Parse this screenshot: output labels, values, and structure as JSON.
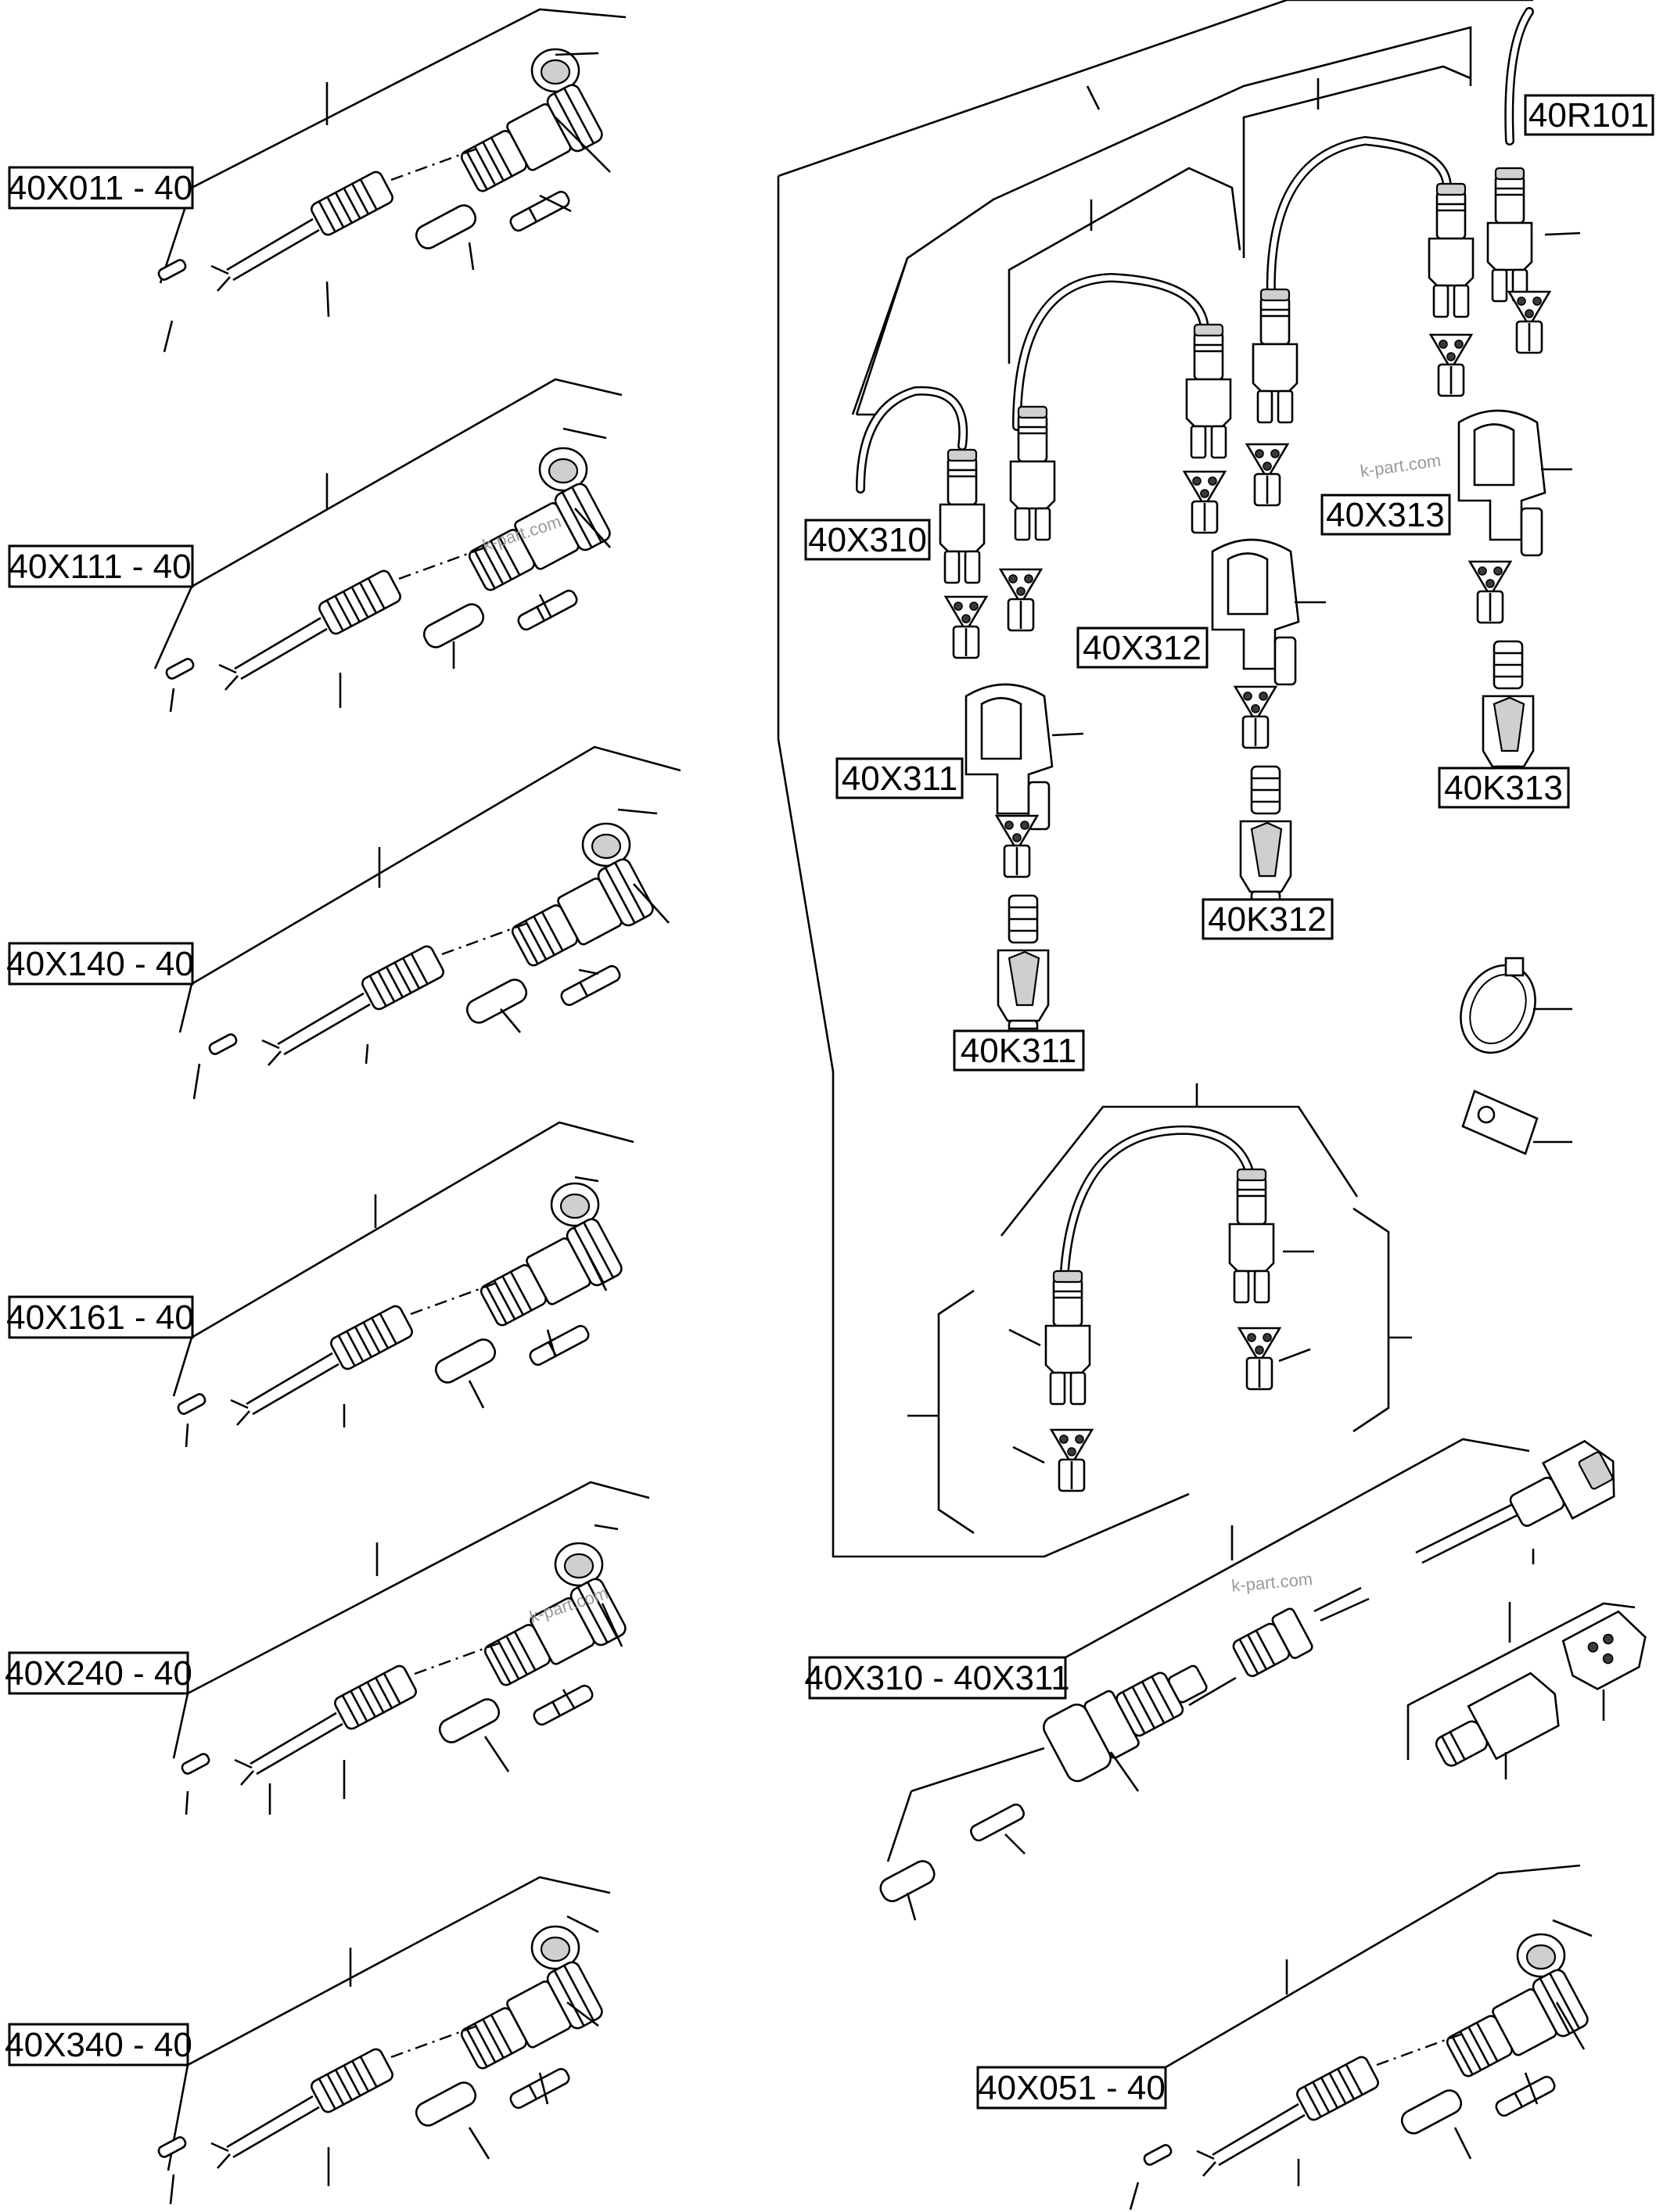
{
  "labels": {
    "x011": "40X011 - 40",
    "x111": "40X111 - 40",
    "x140": "40X140 - 40",
    "x161": "40X161 - 40",
    "x240": "40X240 - 40",
    "x340": "40X340 - 40",
    "x051": "40X051 - 40",
    "x310": "40X310",
    "x311": "40X311",
    "x312": "40X312",
    "x313": "40X313",
    "k311": "40K311",
    "k312": "40K312",
    "k313": "40K313",
    "r101": "40R101",
    "x310_x311": "40X310 - 40X311"
  },
  "watermarks": {
    "w1": "k-part.com",
    "w2": "k-part.com",
    "w3": "k-part.com",
    "w4": "k-part.com"
  }
}
